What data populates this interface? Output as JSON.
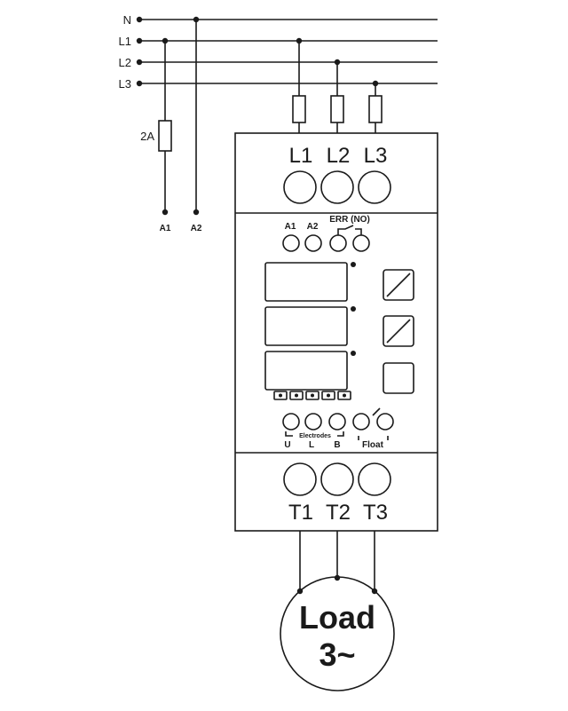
{
  "supply_lines": [
    "N",
    "L1",
    "L2",
    "L3"
  ],
  "fuse_rating": "2A",
  "aux_terminals": [
    "A1",
    "A2"
  ],
  "device": {
    "input_terminals": [
      "L1",
      "L2",
      "L3"
    ],
    "control_terminals": [
      "A1",
      "A2"
    ],
    "err_label": "ERR (NO)",
    "electrodes_label": "Electrodes",
    "electrode_terminals": [
      "U",
      "L",
      "B"
    ],
    "float_label": "Float",
    "output_terminals": [
      "T1",
      "T2",
      "T3"
    ]
  },
  "load": {
    "line1": "Load",
    "line2": "3~"
  }
}
